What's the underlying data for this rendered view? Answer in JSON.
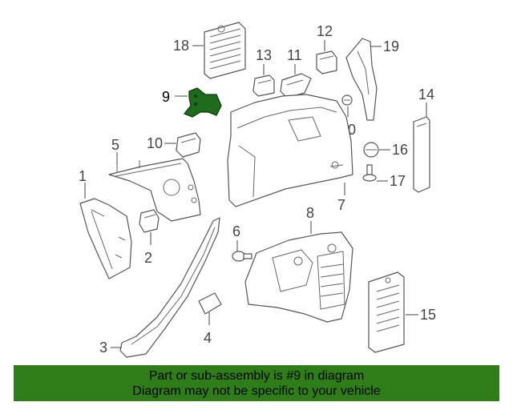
{
  "diagram": {
    "callouts": [
      "1",
      "2",
      "3",
      "4",
      "5",
      "6",
      "7",
      "8",
      "9",
      "10",
      "11",
      "12",
      "13",
      "14",
      "15",
      "16",
      "17",
      "18",
      "19",
      "20"
    ],
    "highlighted_callout": "9"
  },
  "banner": {
    "line1": "Part or sub-assembly is #9 in diagram",
    "line2": "Diagram may not be specific to your vehicle"
  },
  "colors": {
    "highlight_part": "#1e6b1e",
    "banner_background": "#2e7d19",
    "line_art": "#555555"
  }
}
